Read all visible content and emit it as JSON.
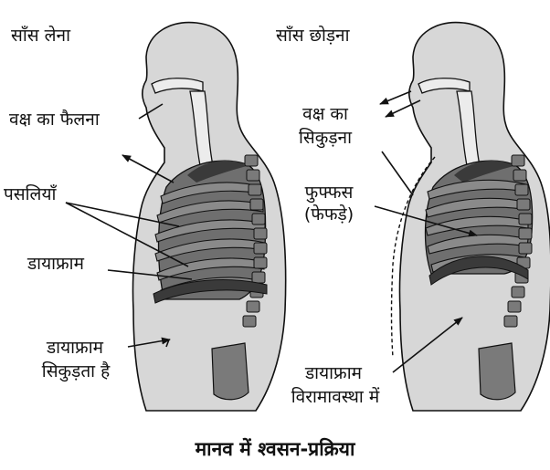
{
  "left_panel": {
    "title": "साँस लेना",
    "chest_label": "वक्ष का फैलना",
    "ribs_label": "पसलियाँ",
    "diaphragm_label": "डायाफ्राम",
    "diaphragm_state_line1": "डायाफ्राम",
    "diaphragm_state_line2": "सिकुड़ता है"
  },
  "right_panel": {
    "title": "साँस छोड़ना",
    "chest_line1": "वक्ष का",
    "chest_line2": "सिकुड़ना",
    "lungs_line1": "फुफ्फस",
    "lungs_line2": "(फेफड़े)",
    "diaphragm_line1": "डायाफ्राम",
    "diaphragm_line2": "विरामावस्था में"
  },
  "caption": "मानव में श्वसन-प्रक्रिया",
  "colors": {
    "body_fill": "#d7d7d7",
    "rib_fill": "#6f6f6f",
    "dark_fill": "#3a3a3a",
    "line": "#111111"
  }
}
